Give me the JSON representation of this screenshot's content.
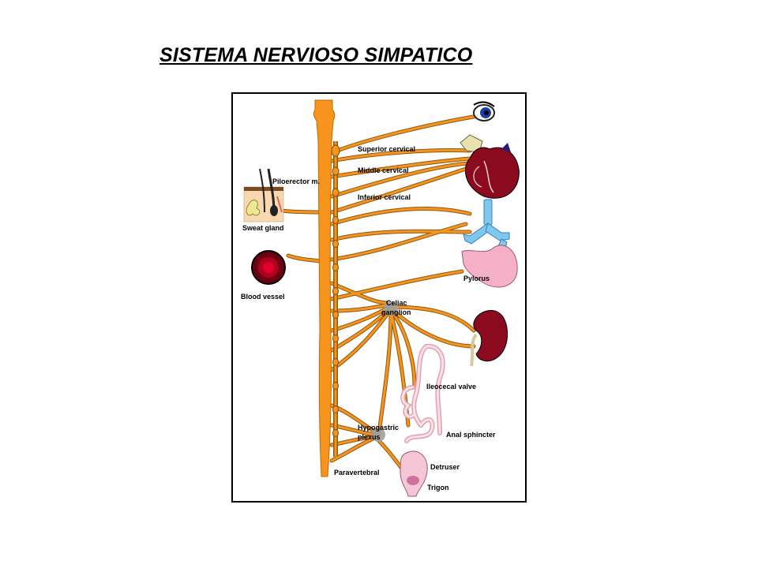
{
  "title": "SISTEMA NERVIOSO SIMPATICO",
  "colors": {
    "nerve": "#f7941d",
    "nerve_outline": "#8a5a12",
    "ganglion": "#a0a0a0",
    "heart": "#8b0a1e",
    "kidney": "#8b0a1e",
    "lungs": "#7ec8f0",
    "stomach": "#f5b0c8",
    "blood_vessel": "#b00020"
  },
  "labels": {
    "superior_cervical": "Superior cervical",
    "middle_cervical": "Middle cervical",
    "inferior_cervical": "Inferior cervical",
    "piloerector": "Piloerector m.",
    "sweat_gland": "Sweat gland",
    "blood_vessel": "Blood vessel",
    "pylorus": "Pylorus",
    "celiac_1": "Celiac",
    "celiac_2": "ganglion",
    "ileocecal": "Ileocecal valve",
    "hypogastric_1": "Hypogastric",
    "hypogastric_2": "plexus",
    "anal_sphincter": "Anal sphincter",
    "detruser": "Detruser",
    "paravertebral": "Paravertebral",
    "trigon": "Trigon"
  }
}
